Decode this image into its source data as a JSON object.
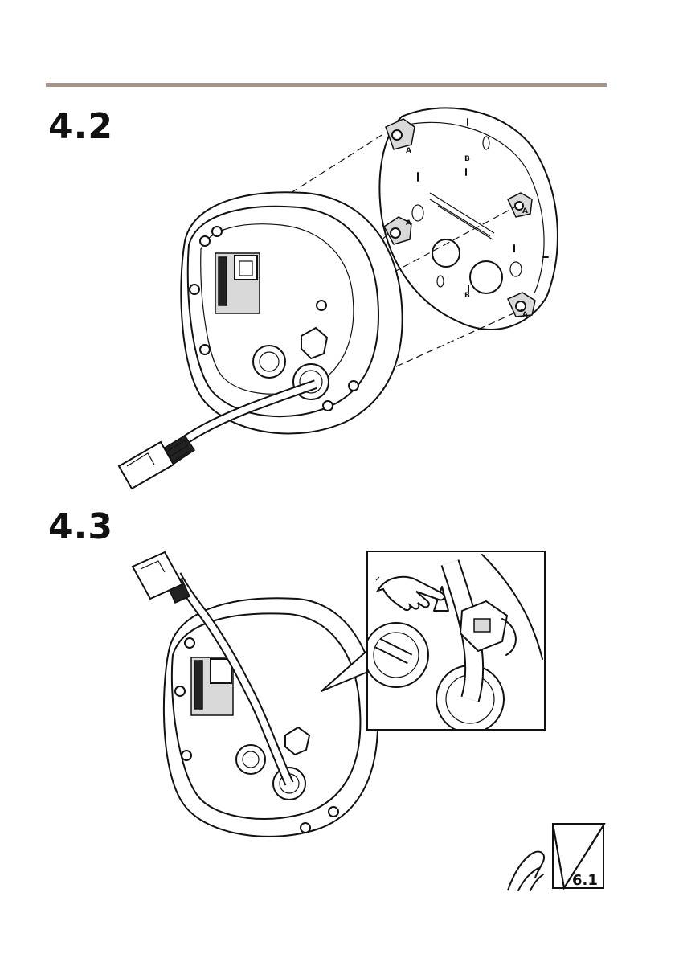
{
  "header": {
    "rule_color": "#a69488"
  },
  "steps": {
    "step1_label": "4.2",
    "step2_label": "4.3"
  },
  "plate_labels": {
    "a1": "A",
    "a2": "A",
    "a3": "A",
    "a4": "A",
    "b1": "B",
    "b2": "B"
  },
  "reference": {
    "page_ref": "6.1"
  },
  "icons": [
    "junction-box",
    "mounting-plate",
    "network-cable-connector",
    "pointing-hand-icon",
    "turn-page-icon"
  ]
}
